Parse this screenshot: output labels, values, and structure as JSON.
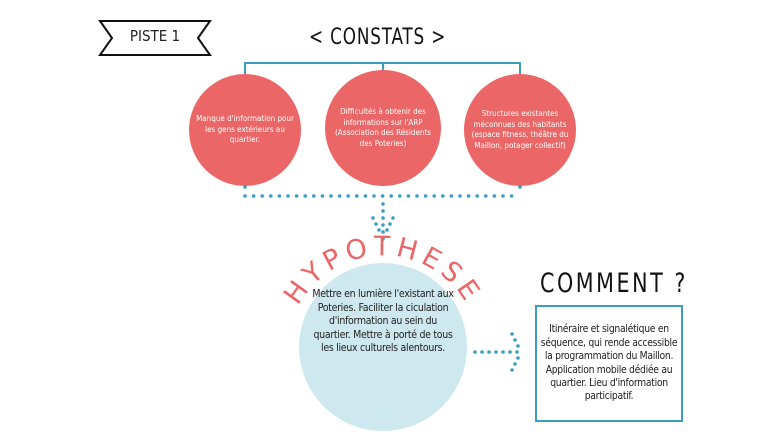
{
  "badge": {
    "label": "PISTE 1"
  },
  "constats": {
    "title": "< CONSTATS >",
    "items": [
      {
        "text": "Manque d'information pour les gens extérieurs au quartier."
      },
      {
        "text": "Difficultés à obtenir des informations sur l'ARP (Association des Résidents des Poteries)"
      },
      {
        "text": "Structures existantes méconnues des habitants (espace fitness, théâtre du Maillon, potager collectif)"
      }
    ]
  },
  "hypothese": {
    "title": "HYPOTHESE",
    "text": "Mettre en lumière l'existant aux Poteries. Faciliter la ciculation d'information au sein du quartier. Mettre à porté de tous les lieux culturels alentours."
  },
  "comment": {
    "title": "COMMENT ?",
    "text": "Itinéraire et signalétique en séquence, qui rende accessible la programmation du Maillon. Application mobile dédiée au quartier. Lieu d'information participatif."
  },
  "colors": {
    "red": "#eb6767",
    "blue": "#3a9ec0",
    "light_blue": "#cde8ee"
  }
}
